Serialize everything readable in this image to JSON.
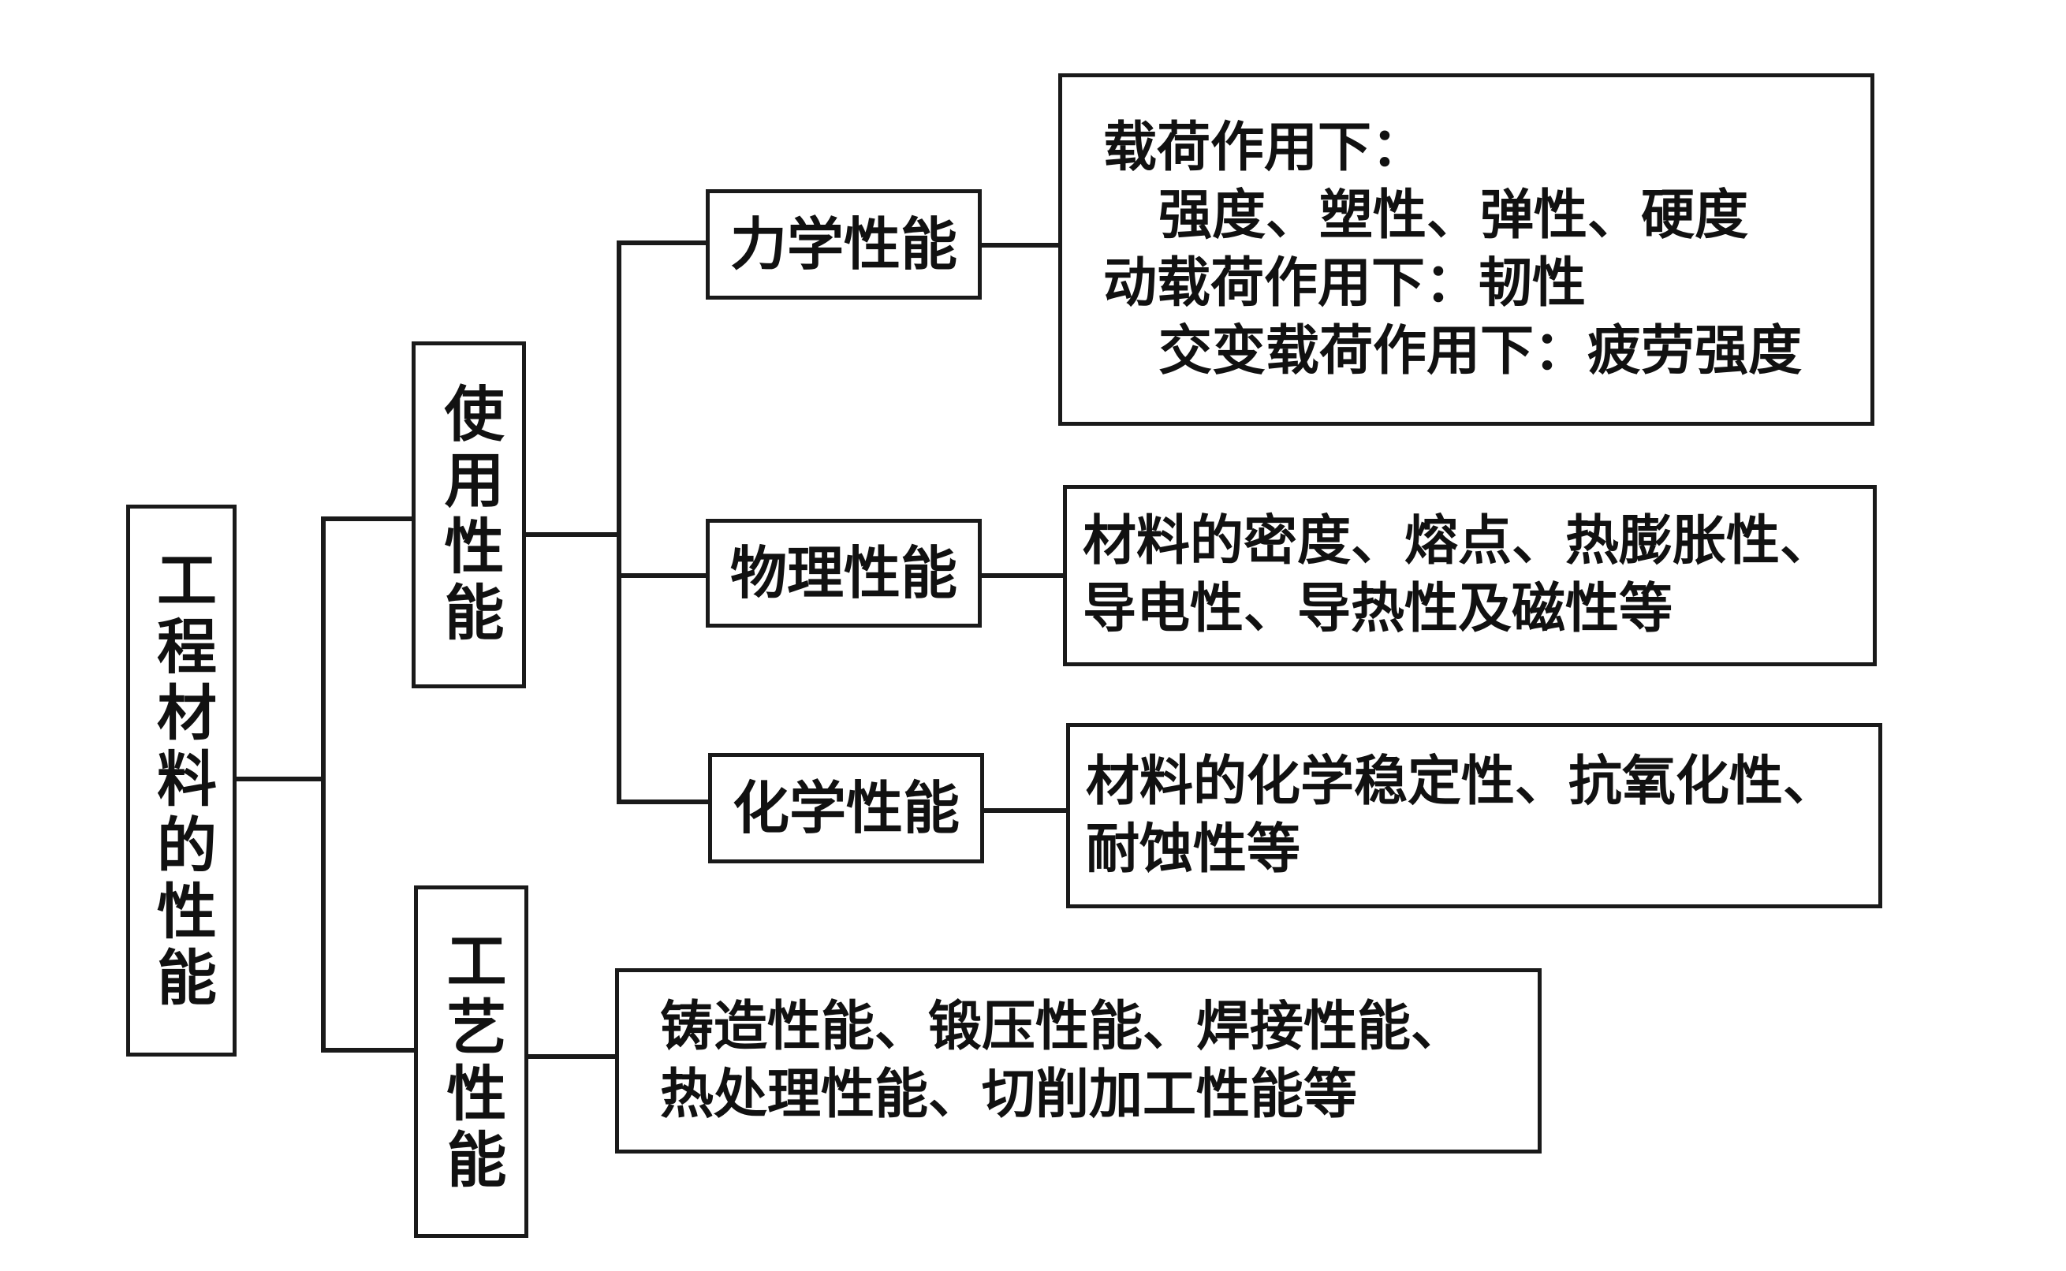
{
  "root": {
    "label": "工程材料的性能"
  },
  "usage": {
    "label": "使用性能"
  },
  "process": {
    "label": "工艺性能",
    "desc": [
      "铸造性能、锻压性能、焊接性能、",
      "热处理性能、切削加工性能等"
    ]
  },
  "mechanical": {
    "label": "力学性能",
    "desc": [
      "载荷作用下：",
      "强度、塑性、弹性、硬度",
      "动载荷作用下：韧性",
      "交变载荷作用下：疲劳强度"
    ]
  },
  "physical": {
    "label": "物理性能",
    "desc": [
      "材料的密度、熔点、热膨胀性、",
      "导电性、导热性及磁性等"
    ]
  },
  "chemical": {
    "label": "化学性能",
    "desc": [
      "材料的化学稳定性、抗氧化性、",
      "耐蚀性等"
    ]
  }
}
